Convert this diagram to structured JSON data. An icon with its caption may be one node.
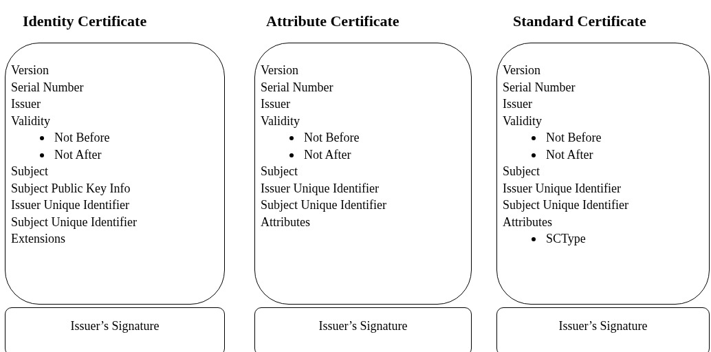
{
  "diagram": {
    "nodes": [
      {
        "text": [
          "Version",
          "Serial Number",
          "Issuer",
          "Validity",
          "Subject",
          "Subject Public Key Info",
          "Issuer Unique Identifier",
          "Subject Unique Identifier",
          "Extensions"
        ]
      },
      {
        "text": [
          "Not Before",
          "Not After"
        ],
        "in": 0
      },
      {
        "text": [
          "Issuer’s Signature"
        ]
      },
      {
        "text": [
          "Version",
          "Serial Number",
          "Issuer",
          "Validity",
          "Subject",
          "Issuer Unique Identifier",
          "Subject Unique Identifier",
          "Attributes"
        ]
      },
      {
        "text": [
          "Not Before",
          "Not After"
        ],
        "in": 3
      },
      {
        "text": [
          "Issuer’s Signature"
        ]
      },
      {
        "text": [
          "Version",
          "Serial Number",
          "Issuer",
          "Validity",
          "Subject",
          "Issuer Unique Identifier",
          "Subject Unique Identifier",
          "Attributes"
        ]
      },
      {
        "text": [
          "Not Before",
          "Not After"
        ],
        "in": 6
      },
      {
        "text": [
          "SCType"
        ],
        "in": 6
      },
      {
        "text": [
          "Issuer’s Signature"
        ]
      }
    ],
    "labels": [
      "Identity Certificate",
      "Attribute Certificate",
      "Standard Certificate"
    ]
  }
}
